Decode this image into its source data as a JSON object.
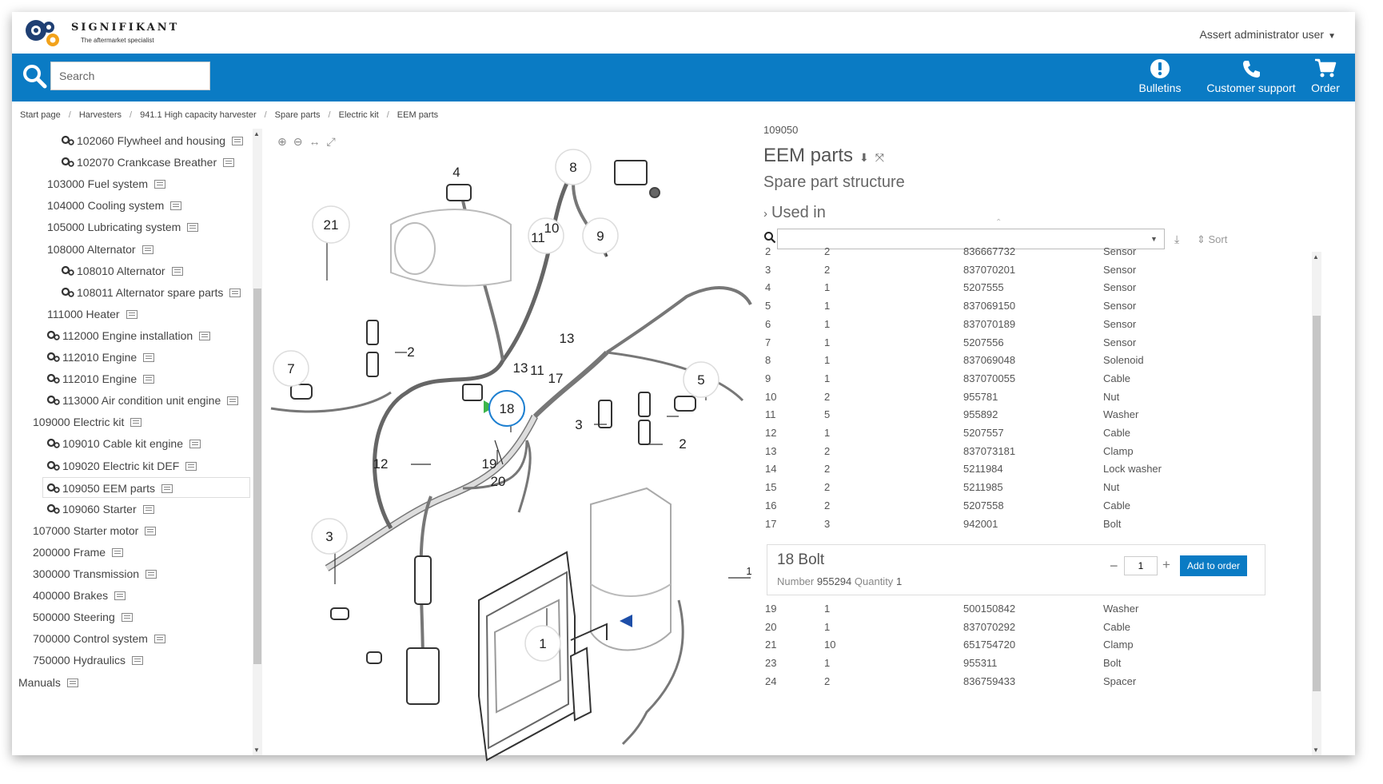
{
  "header": {
    "brand": "SIGNIFIKANT",
    "tagline": "The aftermarket specialist",
    "user": "Assert administrator user",
    "search_placeholder": "Search",
    "bulletins": "Bulletins",
    "support": "Customer support",
    "order": "Order",
    "brand_color": "#0a7bc4"
  },
  "breadcrumb": [
    "Start page",
    "Harvesters",
    "941.1 High capacity harvester",
    "Spare parts",
    "Electric kit",
    "EEM parts"
  ],
  "tree": [
    {
      "label": "102060 Flywheel and housing",
      "level": 2,
      "gear": true
    },
    {
      "label": "102070 Crankcase Breather",
      "level": 2,
      "gear": true
    },
    {
      "label": "103000 Fuel system",
      "level": 1,
      "gear": false
    },
    {
      "label": "104000 Cooling system",
      "level": 1,
      "gear": false
    },
    {
      "label": "105000 Lubricating system",
      "level": 1,
      "gear": false
    },
    {
      "label": "108000 Alternator",
      "level": 1,
      "gear": false
    },
    {
      "label": "108010 Alternator",
      "level": 2,
      "gear": true
    },
    {
      "label": "108011 Alternator spare parts",
      "level": 2,
      "gear": true
    },
    {
      "label": "111000 Heater",
      "level": 1,
      "gear": false
    },
    {
      "label": "112000 Engine installation",
      "level": 1,
      "gear": true
    },
    {
      "label": "112010 Engine",
      "level": 1,
      "gear": true
    },
    {
      "label": "112010 Engine",
      "level": 1,
      "gear": true
    },
    {
      "label": "113000 Air condition unit engine",
      "level": 1,
      "gear": true
    },
    {
      "label": "109000 Electric kit",
      "level": 0,
      "gear": false
    },
    {
      "label": "109010 Cable kit engine",
      "level": 1,
      "gear": true
    },
    {
      "label": "109020 Electric kit DEF",
      "level": 1,
      "gear": true
    },
    {
      "label": "109050 EEM parts",
      "level": 1,
      "gear": true,
      "selected": true
    },
    {
      "label": "109060 Starter",
      "level": 1,
      "gear": true
    },
    {
      "label": "107000 Starter motor",
      "level": 0,
      "gear": false
    },
    {
      "label": "200000 Frame",
      "level": 0,
      "gear": false
    },
    {
      "label": "300000 Transmission",
      "level": 0,
      "gear": false
    },
    {
      "label": "400000 Brakes",
      "level": 0,
      "gear": false
    },
    {
      "label": "500000 Steering",
      "level": 0,
      "gear": false
    },
    {
      "label": "700000 Control system",
      "level": 0,
      "gear": false
    },
    {
      "label": "750000 Hydraulics",
      "level": 0,
      "gear": false
    },
    {
      "label": "Manuals",
      "level": -1,
      "gear": false
    }
  ],
  "drawing": {
    "callouts": [
      "1",
      "2",
      "3",
      "4",
      "5",
      "7",
      "8",
      "9",
      "10",
      "11",
      "12",
      "13",
      "17",
      "18",
      "19",
      "20",
      "21"
    ],
    "pointer_label": "1"
  },
  "panel": {
    "id": "109050",
    "title": "EEM parts",
    "subtitle": "Spare part structure",
    "used_in": "Used in",
    "sort": "Sort"
  },
  "parts": [
    {
      "pos": "2",
      "qty": "2",
      "number": "836667732",
      "name": "Sensor"
    },
    {
      "pos": "3",
      "qty": "2",
      "number": "837070201",
      "name": "Sensor"
    },
    {
      "pos": "4",
      "qty": "1",
      "number": "5207555",
      "name": "Sensor"
    },
    {
      "pos": "5",
      "qty": "1",
      "number": "837069150",
      "name": "Sensor"
    },
    {
      "pos": "6",
      "qty": "1",
      "number": "837070189",
      "name": "Sensor"
    },
    {
      "pos": "7",
      "qty": "1",
      "number": "5207556",
      "name": "Sensor"
    },
    {
      "pos": "8",
      "qty": "1",
      "number": "837069048",
      "name": "Solenoid"
    },
    {
      "pos": "9",
      "qty": "1",
      "number": "837070055",
      "name": "Cable"
    },
    {
      "pos": "10",
      "qty": "2",
      "number": "955781",
      "name": "Nut"
    },
    {
      "pos": "11",
      "qty": "5",
      "number": "955892",
      "name": "Washer"
    },
    {
      "pos": "12",
      "qty": "1",
      "number": "5207557",
      "name": "Cable"
    },
    {
      "pos": "13",
      "qty": "2",
      "number": "837073181",
      "name": "Clamp"
    },
    {
      "pos": "14",
      "qty": "2",
      "number": "5211984",
      "name": "Lock washer"
    },
    {
      "pos": "15",
      "qty": "2",
      "number": "5211985",
      "name": "Nut"
    },
    {
      "pos": "16",
      "qty": "2",
      "number": "5207558",
      "name": "Cable"
    },
    {
      "pos": "17",
      "qty": "3",
      "number": "942001",
      "name": "Bolt"
    }
  ],
  "parts_after": [
    {
      "pos": "19",
      "qty": "1",
      "number": "500150842",
      "name": "Washer"
    },
    {
      "pos": "20",
      "qty": "1",
      "number": "837070292",
      "name": "Cable"
    },
    {
      "pos": "21",
      "qty": "10",
      "number": "651754720",
      "name": "Clamp"
    },
    {
      "pos": "23",
      "qty": "1",
      "number": "955311",
      "name": "Bolt"
    },
    {
      "pos": "24",
      "qty": "2",
      "number": "836759433",
      "name": "Spacer"
    }
  ],
  "selected": {
    "title": "18  Bolt",
    "number_label": "Number",
    "number": "955294",
    "quantity_label": "Quantity",
    "quantity": "1",
    "qty_value": "1",
    "add_label": "Add to order"
  }
}
